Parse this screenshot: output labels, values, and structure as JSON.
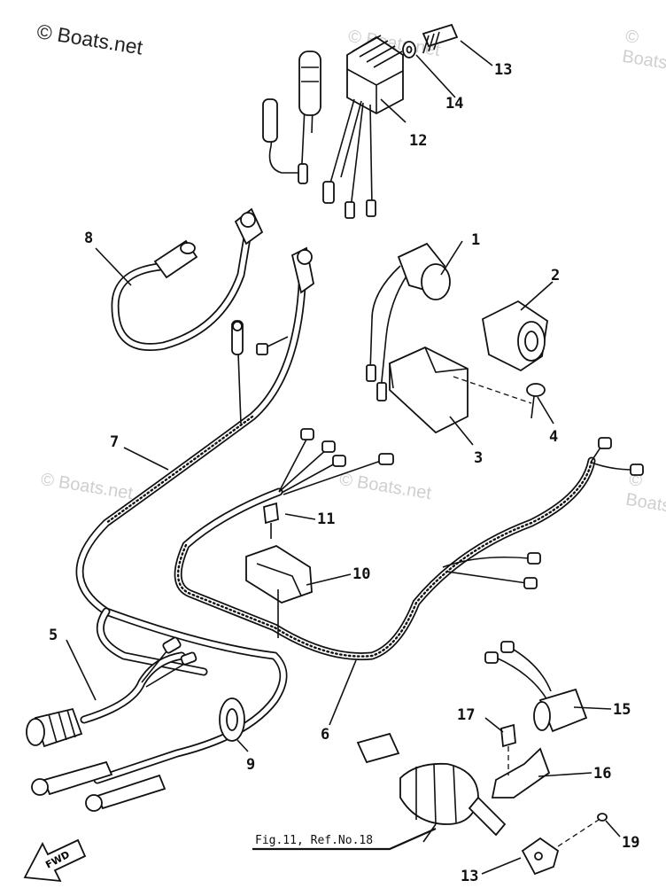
{
  "watermark": {
    "main": "© Boats.net",
    "faint": [
      "© Boats.net",
      "© Boats.net",
      "© Boats.net",
      "© Boats.net",
      "© Boats.net"
    ]
  },
  "callouts": [
    "1",
    "2",
    "3",
    "4",
    "5",
    "6",
    "7",
    "8",
    "9",
    "10",
    "11",
    "12",
    "13",
    "14",
    "15",
    "16",
    "17",
    "13",
    "19"
  ],
  "reference_label": "Fig.11, Ref.No.18",
  "direction_label": "FWD"
}
